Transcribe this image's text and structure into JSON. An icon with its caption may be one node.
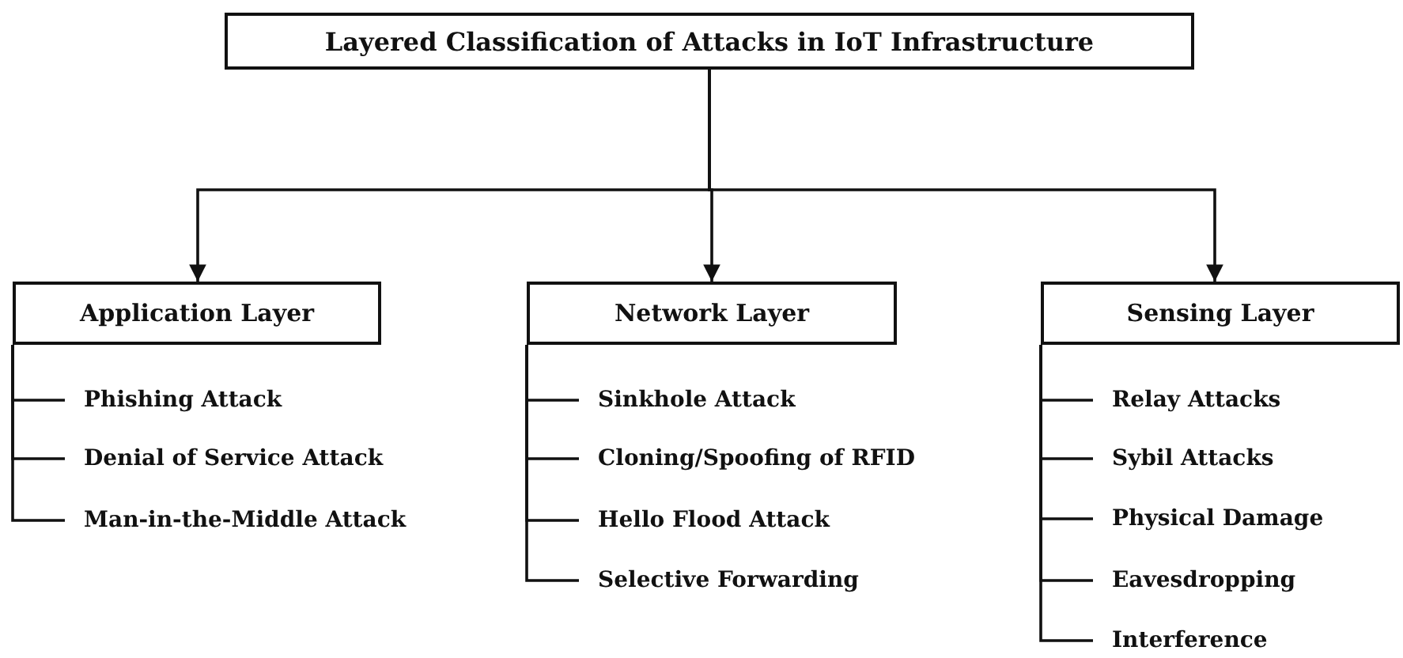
{
  "diagram": {
    "nodes": [
      {
        "text": [
          "Layered Classification of Attacks in IoT Infrastructure"
        ]
      },
      {
        "text": [
          "Application Layer"
        ]
      },
      {
        "text": [
          "Network Layer"
        ]
      },
      {
        "text": [
          "Sensing Layer"
        ]
      },
      {
        "text": [
          "Phishing Attack"
        ]
      },
      {
        "text": [
          "Denial of Service Attack"
        ]
      },
      {
        "text": [
          "Man-in-the-Middle Attack"
        ]
      },
      {
        "text": [
          "Sinkhole Attack"
        ]
      },
      {
        "text": [
          "Cloning/Spoofing of RFID"
        ]
      },
      {
        "text": [
          "Hello Flood Attack"
        ]
      },
      {
        "text": [
          "Selective Forwarding"
        ]
      },
      {
        "text": [
          "Relay Attacks"
        ]
      },
      {
        "text": [
          "Sybil Attacks"
        ]
      },
      {
        "text": [
          "Physical Damage"
        ]
      },
      {
        "text": [
          "Eavesdropping"
        ]
      },
      {
        "text": [
          "Interference"
        ]
      }
    ],
    "edges": [
      {
        "from": 0,
        "to": 1,
        "arrow": "to"
      },
      {
        "from": 0,
        "to": 2,
        "arrow": "to"
      },
      {
        "from": 0,
        "to": 3,
        "arrow": "to"
      },
      {
        "from": 1,
        "to": 4,
        "arrow": "none"
      },
      {
        "from": 1,
        "to": 5,
        "arrow": "none"
      },
      {
        "from": 1,
        "to": 6,
        "arrow": "none"
      },
      {
        "from": 2,
        "to": 7,
        "arrow": "none"
      },
      {
        "from": 2,
        "to": 8,
        "arrow": "none"
      },
      {
        "from": 2,
        "to": 9,
        "arrow": "none"
      },
      {
        "from": 2,
        "to": 10,
        "arrow": "none"
      },
      {
        "from": 3,
        "to": 11,
        "arrow": "none"
      },
      {
        "from": 3,
        "to": 12,
        "arrow": "none"
      },
      {
        "from": 3,
        "to": 13,
        "arrow": "none"
      },
      {
        "from": 3,
        "to": 14,
        "arrow": "none"
      },
      {
        "from": 3,
        "to": 15,
        "arrow": "none"
      }
    ]
  }
}
